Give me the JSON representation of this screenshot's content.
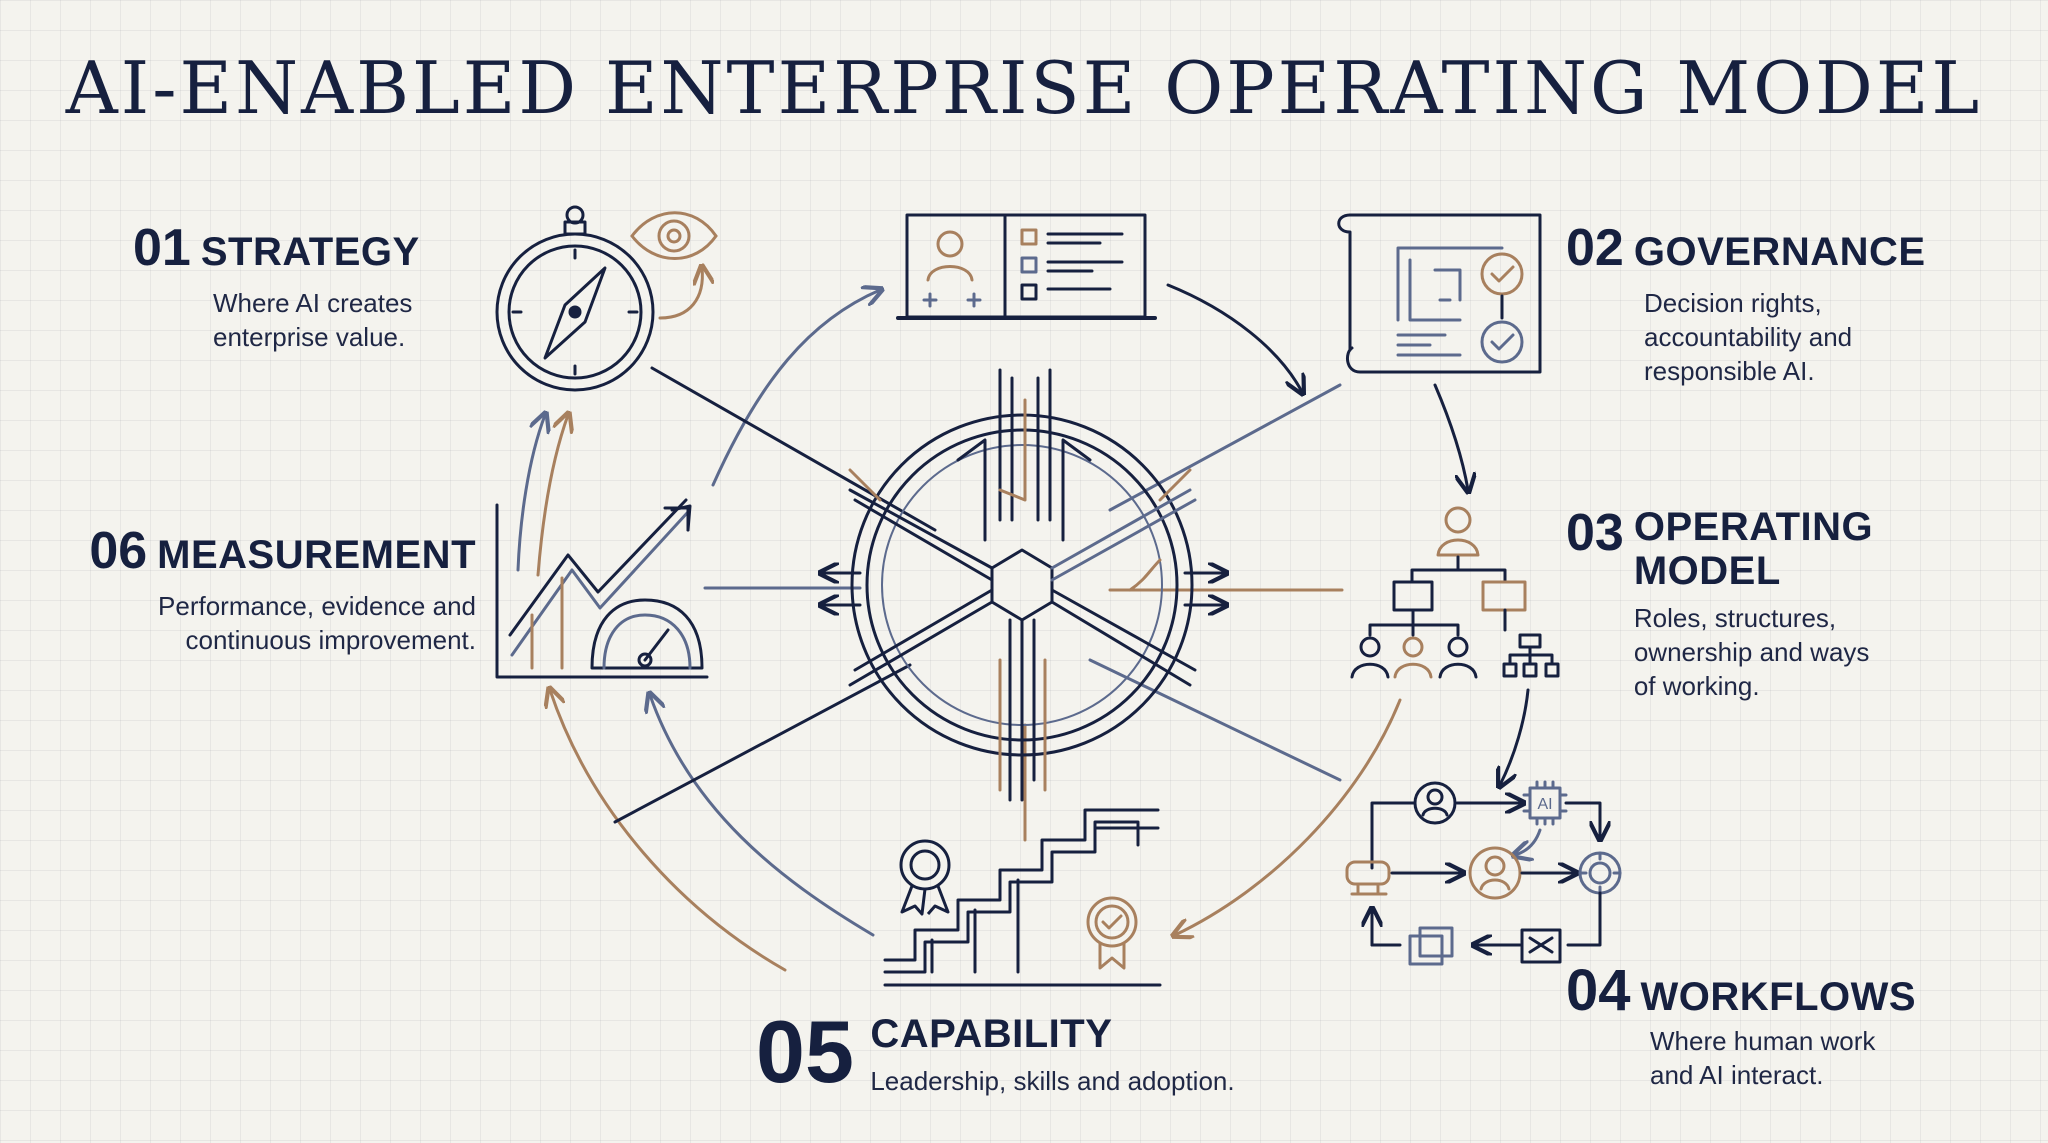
{
  "title": "AI-ENABLED ENTERPRISE OPERATING MODEL",
  "pillars": [
    {
      "num": "01",
      "name": "STRATEGY",
      "desc": [
        "Where AI creates",
        "enterprise value."
      ]
    },
    {
      "num": "02",
      "name": "GOVERNANCE",
      "desc": [
        "Decision rights,",
        "accountability and",
        "responsible AI."
      ]
    },
    {
      "num": "03",
      "name": [
        "OPERATING",
        "MODEL"
      ],
      "desc": [
        "Roles, structures,",
        "ownership and ways",
        "of working."
      ]
    },
    {
      "num": "04",
      "name": "WORKFLOWS",
      "desc": [
        "Where human work",
        "and AI interact."
      ]
    },
    {
      "num": "05",
      "name": "CAPABILITY",
      "desc": [
        "Leadership, skills and adoption."
      ]
    },
    {
      "num": "06",
      "name": "MEASUREMENT",
      "desc": [
        "Performance, evidence and",
        "continuous improvement."
      ]
    }
  ],
  "icons": {
    "ai_chip_label": "AI"
  },
  "colors": {
    "navy": "#16203f",
    "brown": "#a8805e",
    "slate": "#5c6a8d",
    "background": "#f4f3ee"
  }
}
